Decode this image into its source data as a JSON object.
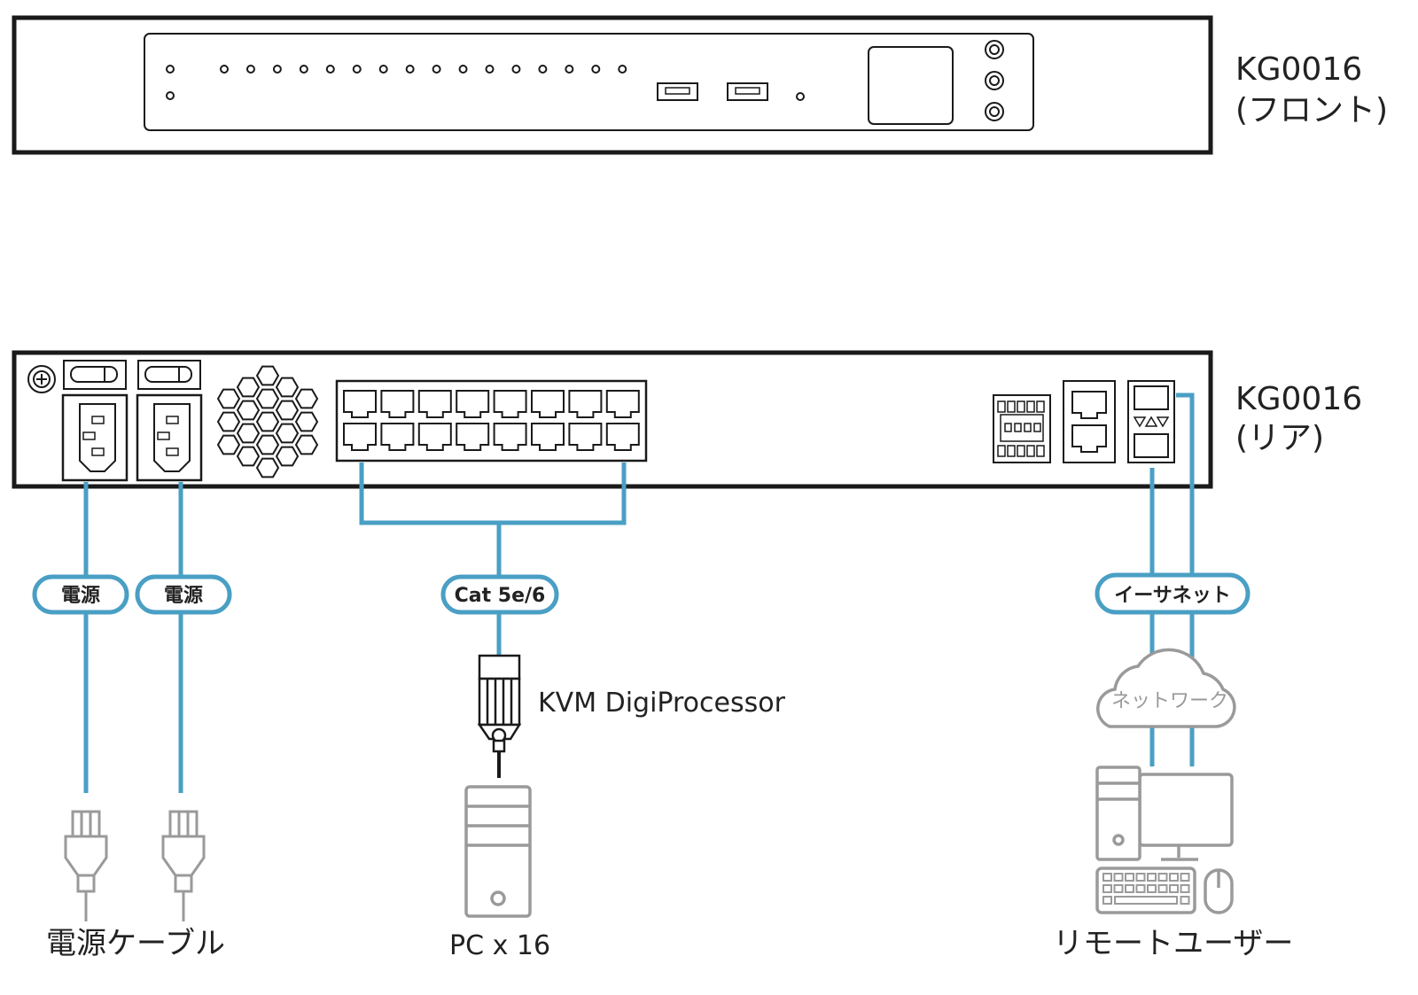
{
  "front": {
    "model": "KG0016",
    "view": "(フロント)"
  },
  "rear": {
    "model": "KG0016",
    "view": "(リア)"
  },
  "pills": {
    "power1": "電源",
    "power2": "電源",
    "cat": "Cat 5e/6",
    "ethernet": "イーサネット"
  },
  "kvm_label": "KVM DigiProcessor",
  "network_label": "ネットワーク",
  "captions": {
    "power_cable": "電源ケーブル",
    "pc": "PC x 16",
    "remote_user": "リモートユーザー"
  },
  "colors": {
    "link": "#4a9fc4",
    "device_outline": "#1a1a1a",
    "peripheral": "#9a9a9a"
  }
}
